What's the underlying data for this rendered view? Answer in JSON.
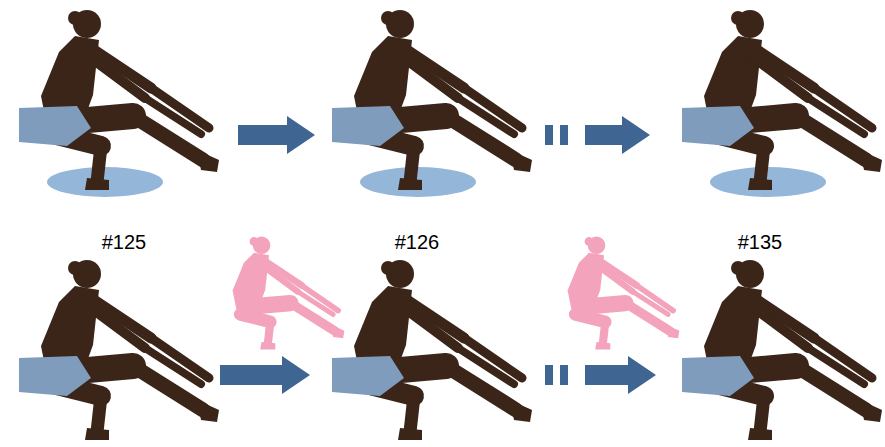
{
  "diagram": {
    "nodes": [
      {
        "text": [
          "#125"
        ]
      },
      {
        "text": [
          "#126"
        ]
      },
      {
        "text": [
          "#135"
        ]
      }
    ],
    "edges": [
      {
        "from": 0,
        "to": 1,
        "arrow": "to"
      },
      {
        "from": 1,
        "to": 2,
        "arrow": "to"
      }
    ]
  }
}
